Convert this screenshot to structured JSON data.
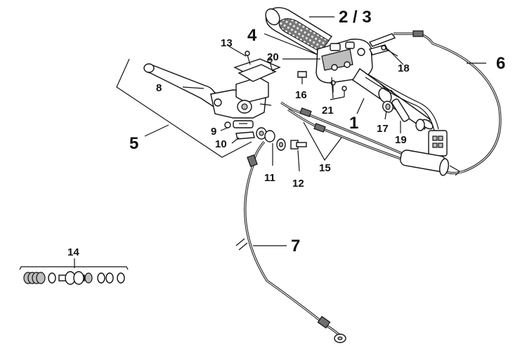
{
  "callouts": {
    "c1": "1",
    "c2_3": "2 / 3",
    "c4": "4",
    "c5": "5",
    "c6": "6",
    "c7": "7",
    "c8": "8",
    "c9": "9",
    "c10": "10",
    "c11": "11",
    "c12": "12",
    "c13": "13",
    "c14": "14",
    "c15": "15",
    "c16": "16",
    "c17": "17",
    "c18": "18",
    "c19": "19",
    "c20": "20",
    "c21": "21"
  },
  "colors": {
    "ink": "#111111",
    "shade": "#bdbdbd",
    "background": "#ffffff"
  }
}
